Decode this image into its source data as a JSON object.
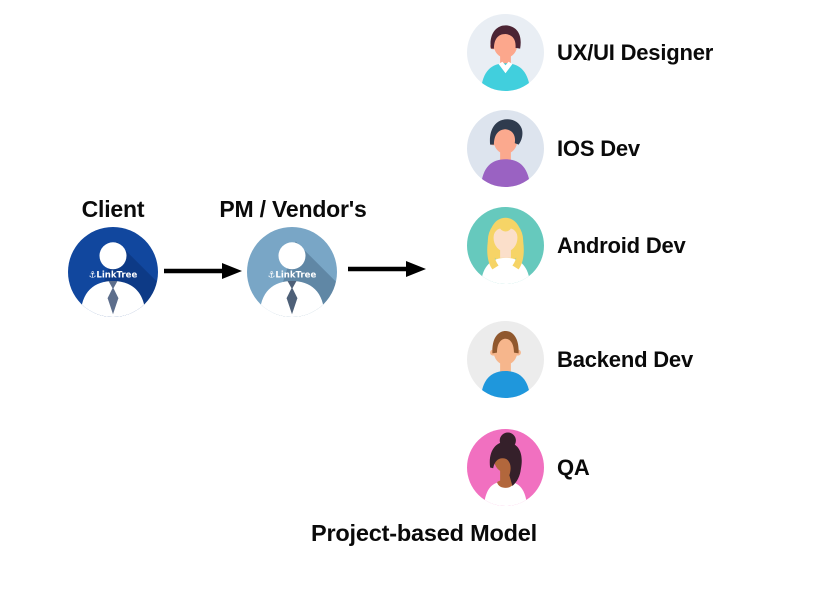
{
  "title": "Project-based Model",
  "background": "#FFFFFF",
  "text_color": "#0A0A0A",
  "flow": {
    "client": {
      "label": "Client",
      "badge": "⚓LinkTree",
      "colors": {
        "circle": "#11479E",
        "shadow": "rgba(0,12,40,0.20)",
        "figure": "#FFFFFF",
        "tie": "#5D6E8C",
        "badge_text": "#FFFFFF"
      }
    },
    "pm": {
      "label": "PM / Vendor's",
      "badge": "⚓LinkTree",
      "colors": {
        "circle": "#79A6C6",
        "shadow": "rgba(8,28,48,0.22)",
        "figure": "#FFFFFF",
        "tie": "#4E6078",
        "badge_text": "#FFFFFF"
      }
    },
    "arrow_color": "#000000"
  },
  "team": {
    "members": [
      {
        "id": "ux-ui-designer",
        "label": "UX/UI Designer",
        "avatar": {
          "bg": "#E9EEF4",
          "hair": "#4B2434",
          "skin": "#FCA78C",
          "shirt": "#41CFDD",
          "collar": "#FFFFFF"
        }
      },
      {
        "id": "ios-dev",
        "label": "IOS Dev",
        "avatar": {
          "bg": "#DDE4EE",
          "hair": "#2F3B4E",
          "skin": "#FBA98E",
          "shirt": "#9A62C2"
        }
      },
      {
        "id": "android-dev",
        "label": "Android Dev",
        "avatar": {
          "bg": "#66C9BD",
          "hair": "#F6D466",
          "skin": "#FBDFCA",
          "shirt": "#FFFFFF"
        }
      },
      {
        "id": "backend-dev",
        "label": "Backend Dev",
        "avatar": {
          "bg": "#ECECEC",
          "hair": "#90582E",
          "skin": "#F6B68C",
          "shirt": "#1F97DC"
        }
      },
      {
        "id": "qa",
        "label": "QA",
        "avatar": {
          "bg": "#F170C0",
          "hair": "#35202A",
          "skin": "#B2673C",
          "shirt": "#FFFFFF"
        }
      }
    ]
  }
}
